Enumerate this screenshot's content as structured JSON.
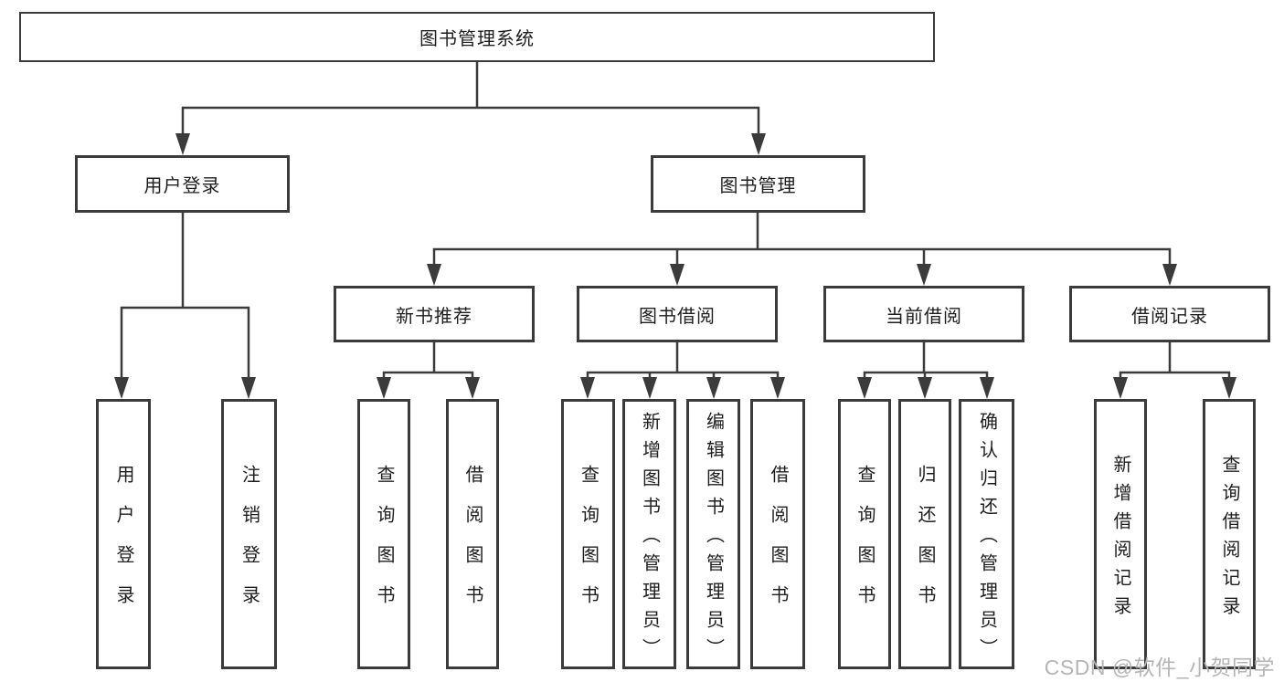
{
  "tree": {
    "root": "图书管理系统",
    "branches": [
      {
        "label": "用户登录",
        "leaves": [
          "用户登录",
          "注销登录"
        ]
      },
      {
        "label": "图书管理",
        "sections": [
          {
            "label": "新书推荐",
            "leaves": [
              "查询图书",
              "借阅图书"
            ]
          },
          {
            "label": "图书借阅",
            "leaves": [
              "查询图书",
              "新增图书（管理员）",
              "编辑图书（管理员）",
              "借阅图书"
            ]
          },
          {
            "label": "当前借阅",
            "leaves": [
              "查询图书",
              "归还图书",
              "确认归还（管理员）"
            ]
          },
          {
            "label": "借阅记录",
            "leaves": [
              "新增借阅记录",
              "查询借阅记录"
            ]
          }
        ]
      }
    ]
  },
  "watermark": "CSDN @软件_小贺同学",
  "colors": {
    "line": "#3b3b3b",
    "text": "#1e1e1e",
    "watermark": "#b5b5b5",
    "background": "#ffffff"
  }
}
